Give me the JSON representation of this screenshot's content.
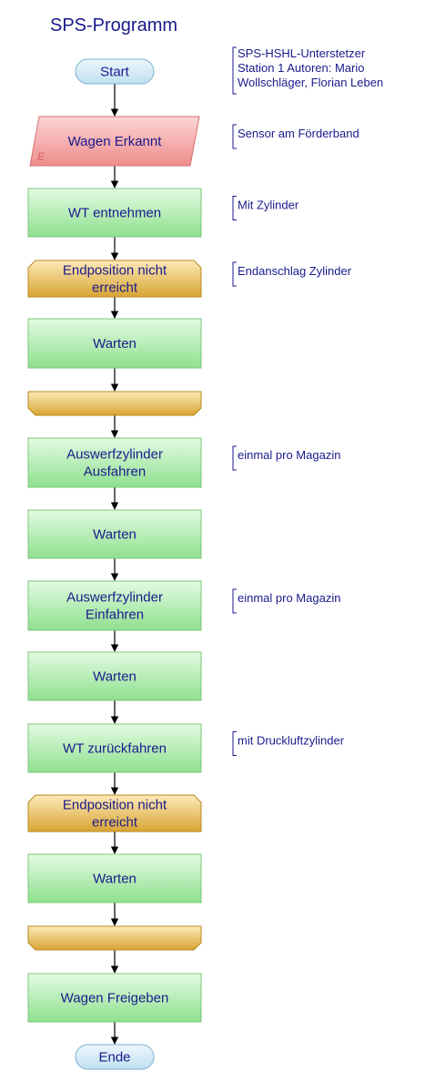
{
  "title": "SPS-Programm",
  "colors": {
    "text": "#1a1a8c",
    "terminal_fill_top": "#eef7fc",
    "terminal_fill_bottom": "#bfe0f0",
    "terminal_stroke": "#7ab3d0",
    "process_fill_top": "#e2fbe2",
    "process_fill_bottom": "#8fe08f",
    "process_stroke": "#7cc67c",
    "loop_fill_top": "#fde9b8",
    "loop_fill_bottom": "#d8a533",
    "loop_stroke": "#b98a22",
    "event_fill_top": "#fcd5d5",
    "event_fill_bottom": "#ee8c8c",
    "event_stroke": "#d67070"
  },
  "nodes": [
    {
      "type": "terminal",
      "label": "Start"
    },
    {
      "type": "event",
      "label": "Wagen Erkannt",
      "badge": "E"
    },
    {
      "type": "process",
      "label": "WT entnehmen"
    },
    {
      "type": "loop-start",
      "label": "Endposition nicht\nerreicht"
    },
    {
      "type": "process",
      "label": "Warten"
    },
    {
      "type": "loop-end",
      "label": ""
    },
    {
      "type": "process",
      "label": "Auswerfzylinder\nAusfahren"
    },
    {
      "type": "process",
      "label": "Warten"
    },
    {
      "type": "process",
      "label": "Auswerfzylinder\nEinfahren"
    },
    {
      "type": "process",
      "label": "Warten"
    },
    {
      "type": "process",
      "label": "WT zurückfahren"
    },
    {
      "type": "loop-start",
      "label": "Endposition nicht\nerreicht"
    },
    {
      "type": "process",
      "label": "Warten"
    },
    {
      "type": "loop-end",
      "label": ""
    },
    {
      "type": "process",
      "label": "Wagen Freigeben"
    },
    {
      "type": "terminal",
      "label": "Ende"
    }
  ],
  "notes": [
    {
      "node": 0,
      "text": "SPS-HSHL-Unterstetzer\nStation 1 Autoren: Mario\nWollschläger, Florian Leben"
    },
    {
      "node": 1,
      "text": "Sensor am Förderband"
    },
    {
      "node": 2,
      "text": "Mit Zylinder"
    },
    {
      "node": 3,
      "text": "Endanschlag Zylinder"
    },
    {
      "node": 6,
      "text": "einmal pro Magazin"
    },
    {
      "node": 8,
      "text": "einmal pro Magazin"
    },
    {
      "node": 10,
      "text": "mit Druckluftzylinder"
    }
  ]
}
